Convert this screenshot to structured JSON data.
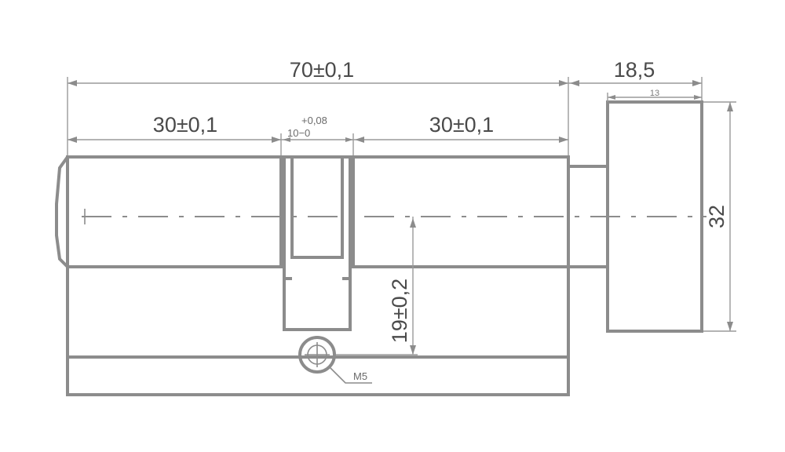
{
  "dimensions": {
    "overall_length": "70±0,1",
    "knob_length": "18,5",
    "knob_inner": "13",
    "left_section": "30±0,1",
    "cam_tolerance_upper": "+0,08",
    "cam_tolerance_base": "10−0",
    "right_section": "30±0,1",
    "knob_height": "32",
    "screw_offset": "19±0,2",
    "screw_thread": "M5"
  },
  "colors": {
    "line": "#8c8c8c",
    "text": "#4a4a4a",
    "background": "#ffffff"
  }
}
